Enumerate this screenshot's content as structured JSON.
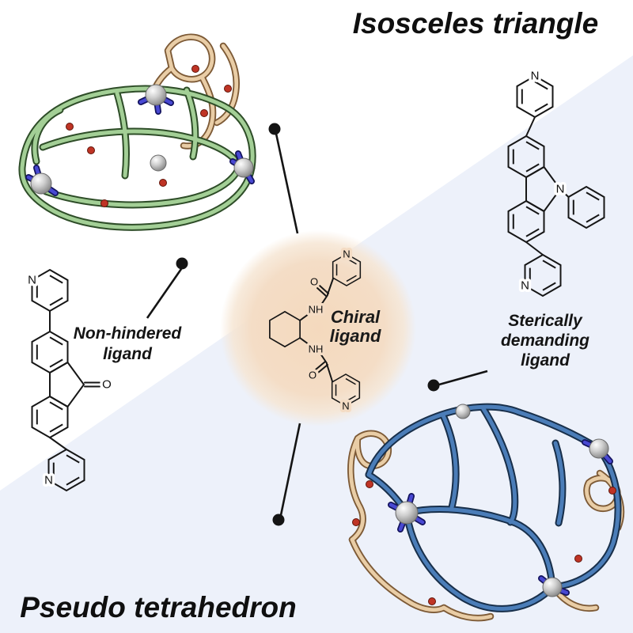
{
  "figure": {
    "title_top_right": "Isosceles triangle",
    "title_bottom_left": "Pseudo tetrahedron"
  },
  "center_ligand": {
    "label_lines": [
      "Chiral",
      "ligand"
    ],
    "atoms": {
      "nh_top": "NH",
      "o_top": "O",
      "n_top": "N",
      "nh_bottom": "NH",
      "o_bottom": "O",
      "n_bottom": "N"
    }
  },
  "left_ligand": {
    "label_lines": [
      "Non-hindered",
      "ligand"
    ],
    "atoms": {
      "n_top": "N",
      "o_ketone": "O",
      "n_bottom": "N"
    }
  },
  "right_ligand": {
    "label_lines": [
      "Sterically",
      "demanding",
      "ligand"
    ],
    "atoms": {
      "n_top": "N",
      "n_carbazole": "N",
      "n_bottom": "N"
    }
  },
  "colors": {
    "halo_peach": "#f4dcc4",
    "green_ligand_sticks": "#a3cf96",
    "blue_ligand_sticks": "#4b7db8",
    "chiral_backbone_sticks": "#e9cda6",
    "nitrogen_blue": "#4848d2",
    "oxygen_red": "#bf3425",
    "metal_gray": "#c9c9c9",
    "background_tint": "#edf1fa"
  }
}
